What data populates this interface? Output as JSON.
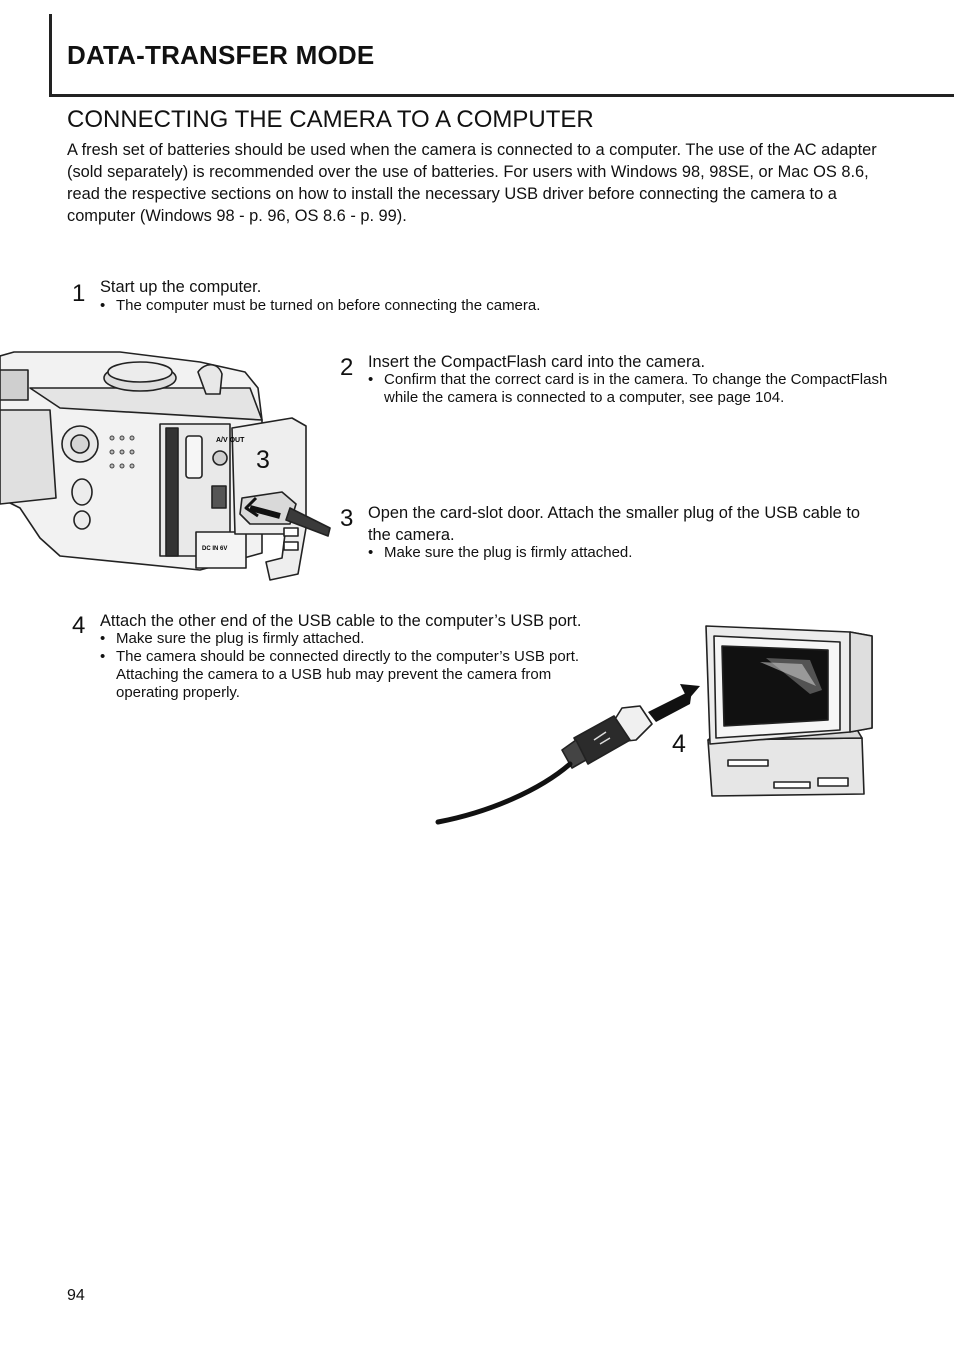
{
  "header": {
    "title": "DATA-TRANSFER MODE"
  },
  "section": {
    "title": "CONNECTING THE CAMERA TO A COMPUTER",
    "intro": "A fresh set of batteries should be used when the camera is connected to a computer. The use of the AC adapter (sold separately) is recommended over the use of batteries. For users with Windows 98, 98SE, or Mac OS 8.6, read the respective sections on how to install the necessary USB driver before connecting the camera to a computer (Windows 98 - p. 96, OS 8.6 - p. 99)."
  },
  "steps": [
    {
      "number": "1",
      "text": "Start up the computer.",
      "bullets": [
        "The computer must be turned on before connecting the camera."
      ]
    },
    {
      "number": "2",
      "text": "Insert the CompactFlash card into the camera.",
      "bullets": [
        "Confirm that the correct card is in the camera. To change the CompactFlash while the camera is connected to a computer, see page 104."
      ]
    },
    {
      "number": "3",
      "text": "Open the card-slot door. Attach the smaller plug of the USB cable to the camera.",
      "bullets": [
        "Make sure the plug is firmly attached."
      ]
    },
    {
      "number": "4",
      "text": "Attach the other end of the USB cable to the computer’s USB port.",
      "bullets": [
        "Make sure the plug is firmly attached.",
        "The camera should be connected directly to the computer’s USB port. Attaching the camera to a USB hub may prevent the camera from operating properly."
      ]
    }
  ],
  "figures": {
    "camera": {
      "callout": "3",
      "port_label": "A/V OUT",
      "dc_label": "DC IN 6V"
    },
    "computer": {
      "callout": "4"
    }
  },
  "footer": {
    "page_number": "94"
  }
}
